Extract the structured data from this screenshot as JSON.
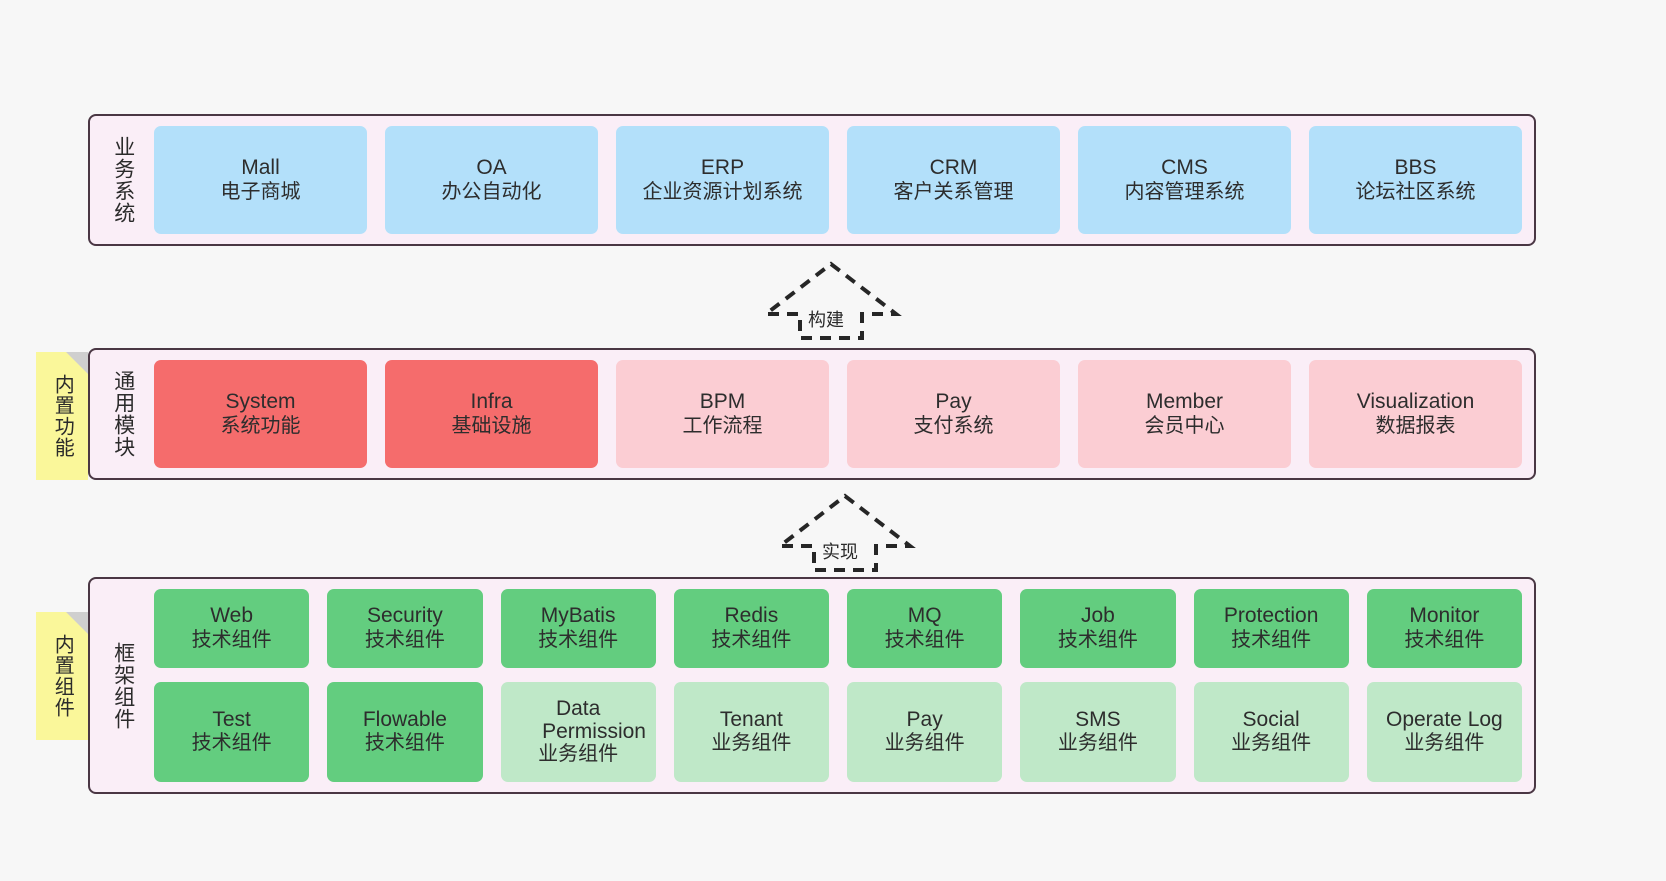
{
  "diagram": {
    "background_color": "#f7f7f7",
    "layer_bg_color": "#faeef7",
    "layer_border_color": "#4a3744",
    "note_color": "#faf79a"
  },
  "layers": [
    {
      "id": "business-systems",
      "title": "业务系统",
      "note": null,
      "rows": [
        {
          "cards": [
            {
              "en": "Mall",
              "cn": "电子商城",
              "color": "#b3e0fa",
              "style": "c-blue"
            },
            {
              "en": "OA",
              "cn": "办公自动化",
              "color": "#b3e0fa",
              "style": "c-blue"
            },
            {
              "en": "ERP",
              "cn": "企业资源计划系统",
              "color": "#b3e0fa",
              "style": "c-blue"
            },
            {
              "en": "CRM",
              "cn": "客户关系管理",
              "color": "#b3e0fa",
              "style": "c-blue"
            },
            {
              "en": "CMS",
              "cn": "内容管理系统",
              "color": "#b3e0fa",
              "style": "c-blue"
            },
            {
              "en": "BBS",
              "cn": "论坛社区系统",
              "color": "#b3e0fa",
              "style": "c-blue"
            }
          ]
        }
      ]
    },
    {
      "id": "common-modules",
      "title": "通用模块",
      "note": "内置功能",
      "rows": [
        {
          "cards": [
            {
              "en": "System",
              "cn": "系统功能",
              "color": "#f56c6c",
              "style": "c-red"
            },
            {
              "en": "Infra",
              "cn": "基础设施",
              "color": "#f56c6c",
              "style": "c-red"
            },
            {
              "en": "BPM",
              "cn": "工作流程",
              "color": "#fbcdd3",
              "style": "c-red-light"
            },
            {
              "en": "Pay",
              "cn": "支付系统",
              "color": "#fbcdd3",
              "style": "c-red-light"
            },
            {
              "en": "Member",
              "cn": "会员中心",
              "color": "#fbcdd3",
              "style": "c-red-light"
            },
            {
              "en": "Visualization",
              "cn": "数据报表",
              "color": "#fbcdd3",
              "style": "c-red-light"
            }
          ]
        }
      ]
    },
    {
      "id": "framework-components",
      "title": "框架组件",
      "note": "内置组件",
      "rows": [
        {
          "cards": [
            {
              "en": "Web",
              "cn": "技术组件",
              "color": "#63cd7f",
              "style": "c-green"
            },
            {
              "en": "Security",
              "cn": "技术组件",
              "color": "#63cd7f",
              "style": "c-green"
            },
            {
              "en": "MyBatis",
              "cn": "技术组件",
              "color": "#63cd7f",
              "style": "c-green"
            },
            {
              "en": "Redis",
              "cn": "技术组件",
              "color": "#63cd7f",
              "style": "c-green"
            },
            {
              "en": "MQ",
              "cn": "技术组件",
              "color": "#63cd7f",
              "style": "c-green"
            },
            {
              "en": "Job",
              "cn": "技术组件",
              "color": "#63cd7f",
              "style": "c-green"
            },
            {
              "en": "Protection",
              "cn": "技术组件",
              "color": "#63cd7f",
              "style": "c-green"
            },
            {
              "en": "Monitor",
              "cn": "技术组件",
              "color": "#63cd7f",
              "style": "c-green"
            }
          ]
        },
        {
          "cards": [
            {
              "en": "Test",
              "cn": "技术组件",
              "color": "#63cd7f",
              "style": "c-green"
            },
            {
              "en": "Flowable",
              "cn": "技术组件",
              "color": "#63cd7f",
              "style": "c-green"
            },
            {
              "en": "Data Permission",
              "cn": "业务组件",
              "color": "#bfe8c8",
              "style": "c-green-light"
            },
            {
              "en": "Tenant",
              "cn": "业务组件",
              "color": "#bfe8c8",
              "style": "c-green-light"
            },
            {
              "en": "Pay",
              "cn": "业务组件",
              "color": "#bfe8c8",
              "style": "c-green-light"
            },
            {
              "en": "SMS",
              "cn": "业务组件",
              "color": "#bfe8c8",
              "style": "c-green-light"
            },
            {
              "en": "Social",
              "cn": "业务组件",
              "color": "#bfe8c8",
              "style": "c-green-light"
            },
            {
              "en": "Operate Log",
              "cn": "业务组件",
              "color": "#bfe8c8",
              "style": "c-green-light"
            }
          ]
        }
      ]
    }
  ],
  "arrows": [
    {
      "id": "build-arrow",
      "label": "构建",
      "direction": "up",
      "style": "dashed-hollow"
    },
    {
      "id": "implement-arrow",
      "label": "实现",
      "direction": "up",
      "style": "dashed-hollow"
    }
  ]
}
